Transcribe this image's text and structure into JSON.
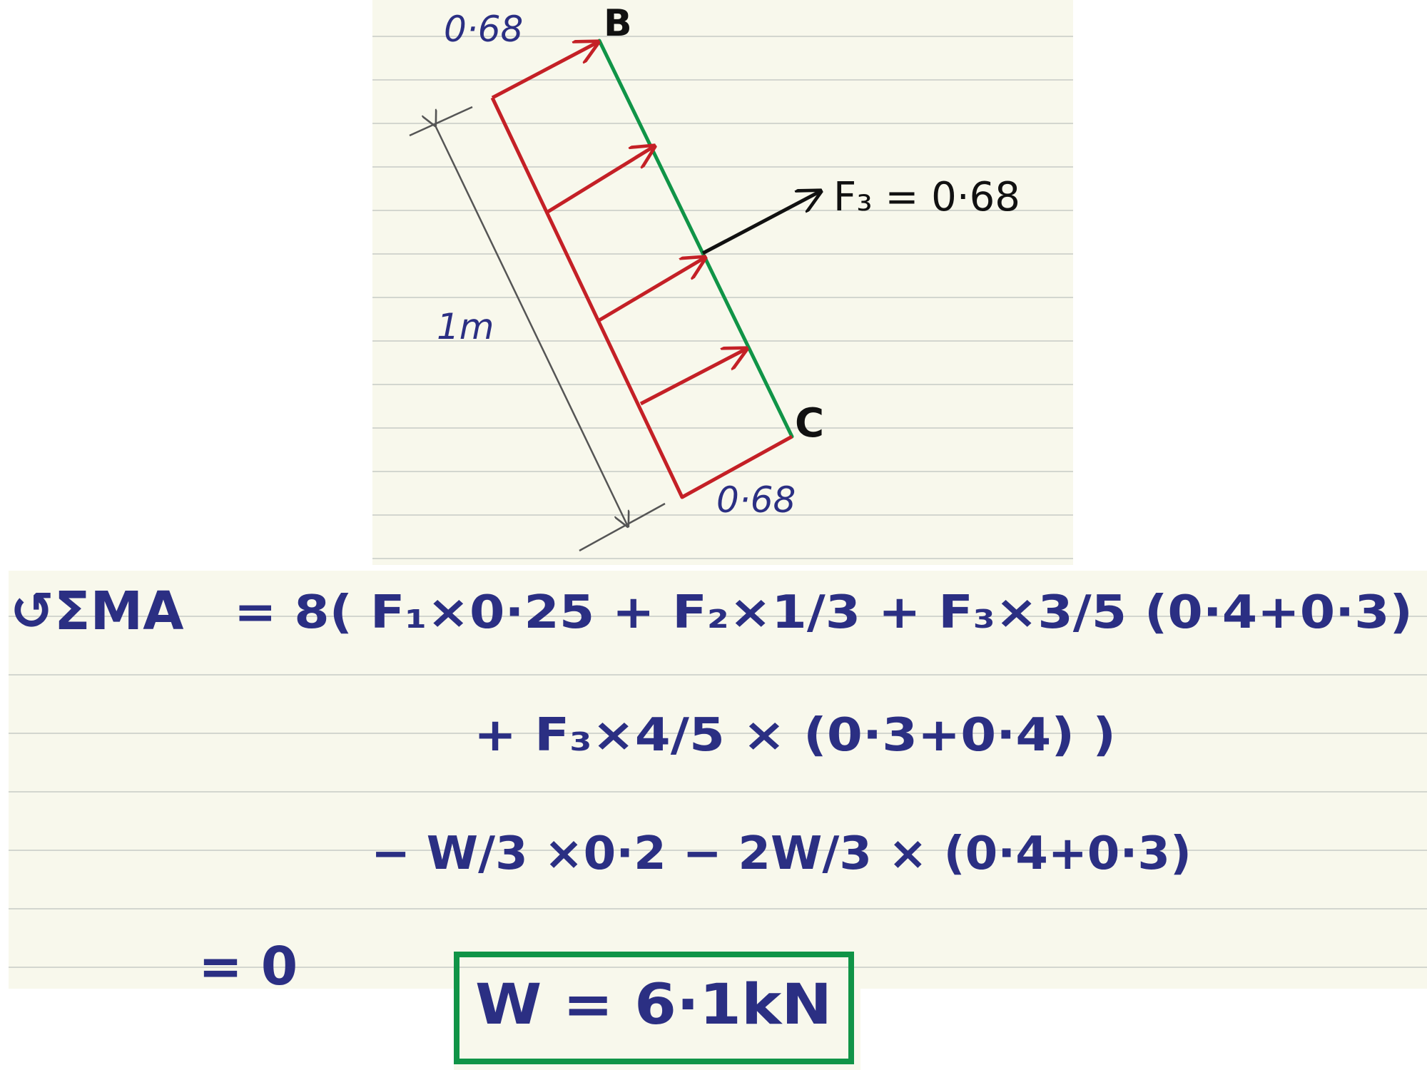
{
  "diagram": {
    "top_left_load": "0·68",
    "point_b": "B",
    "force_label": "F₃ = 0·68",
    "length_label": "1m",
    "point_c": "C",
    "bottom_load": "0·68"
  },
  "equation": {
    "lhs": "↺ΣMA",
    "line1": "= 8( F₁×0·25 + F₂×1/3 + F₃×3/5 (0·4+0·3)",
    "line2": "+ F₃×4/5 × (0·3+0·4) )",
    "line3": "− W/3 ×0·2 − 2W/3 × (0·4+0·3)",
    "line4": "= 0",
    "result": "W = 6·1kN"
  },
  "colors": {
    "ink_blue": "#2b2f83",
    "arrow_red": "#c42026",
    "member_green": "#109447",
    "result_box_green": "#109447",
    "dimension_gray": "#555555",
    "paper": "#f8f8ec"
  }
}
